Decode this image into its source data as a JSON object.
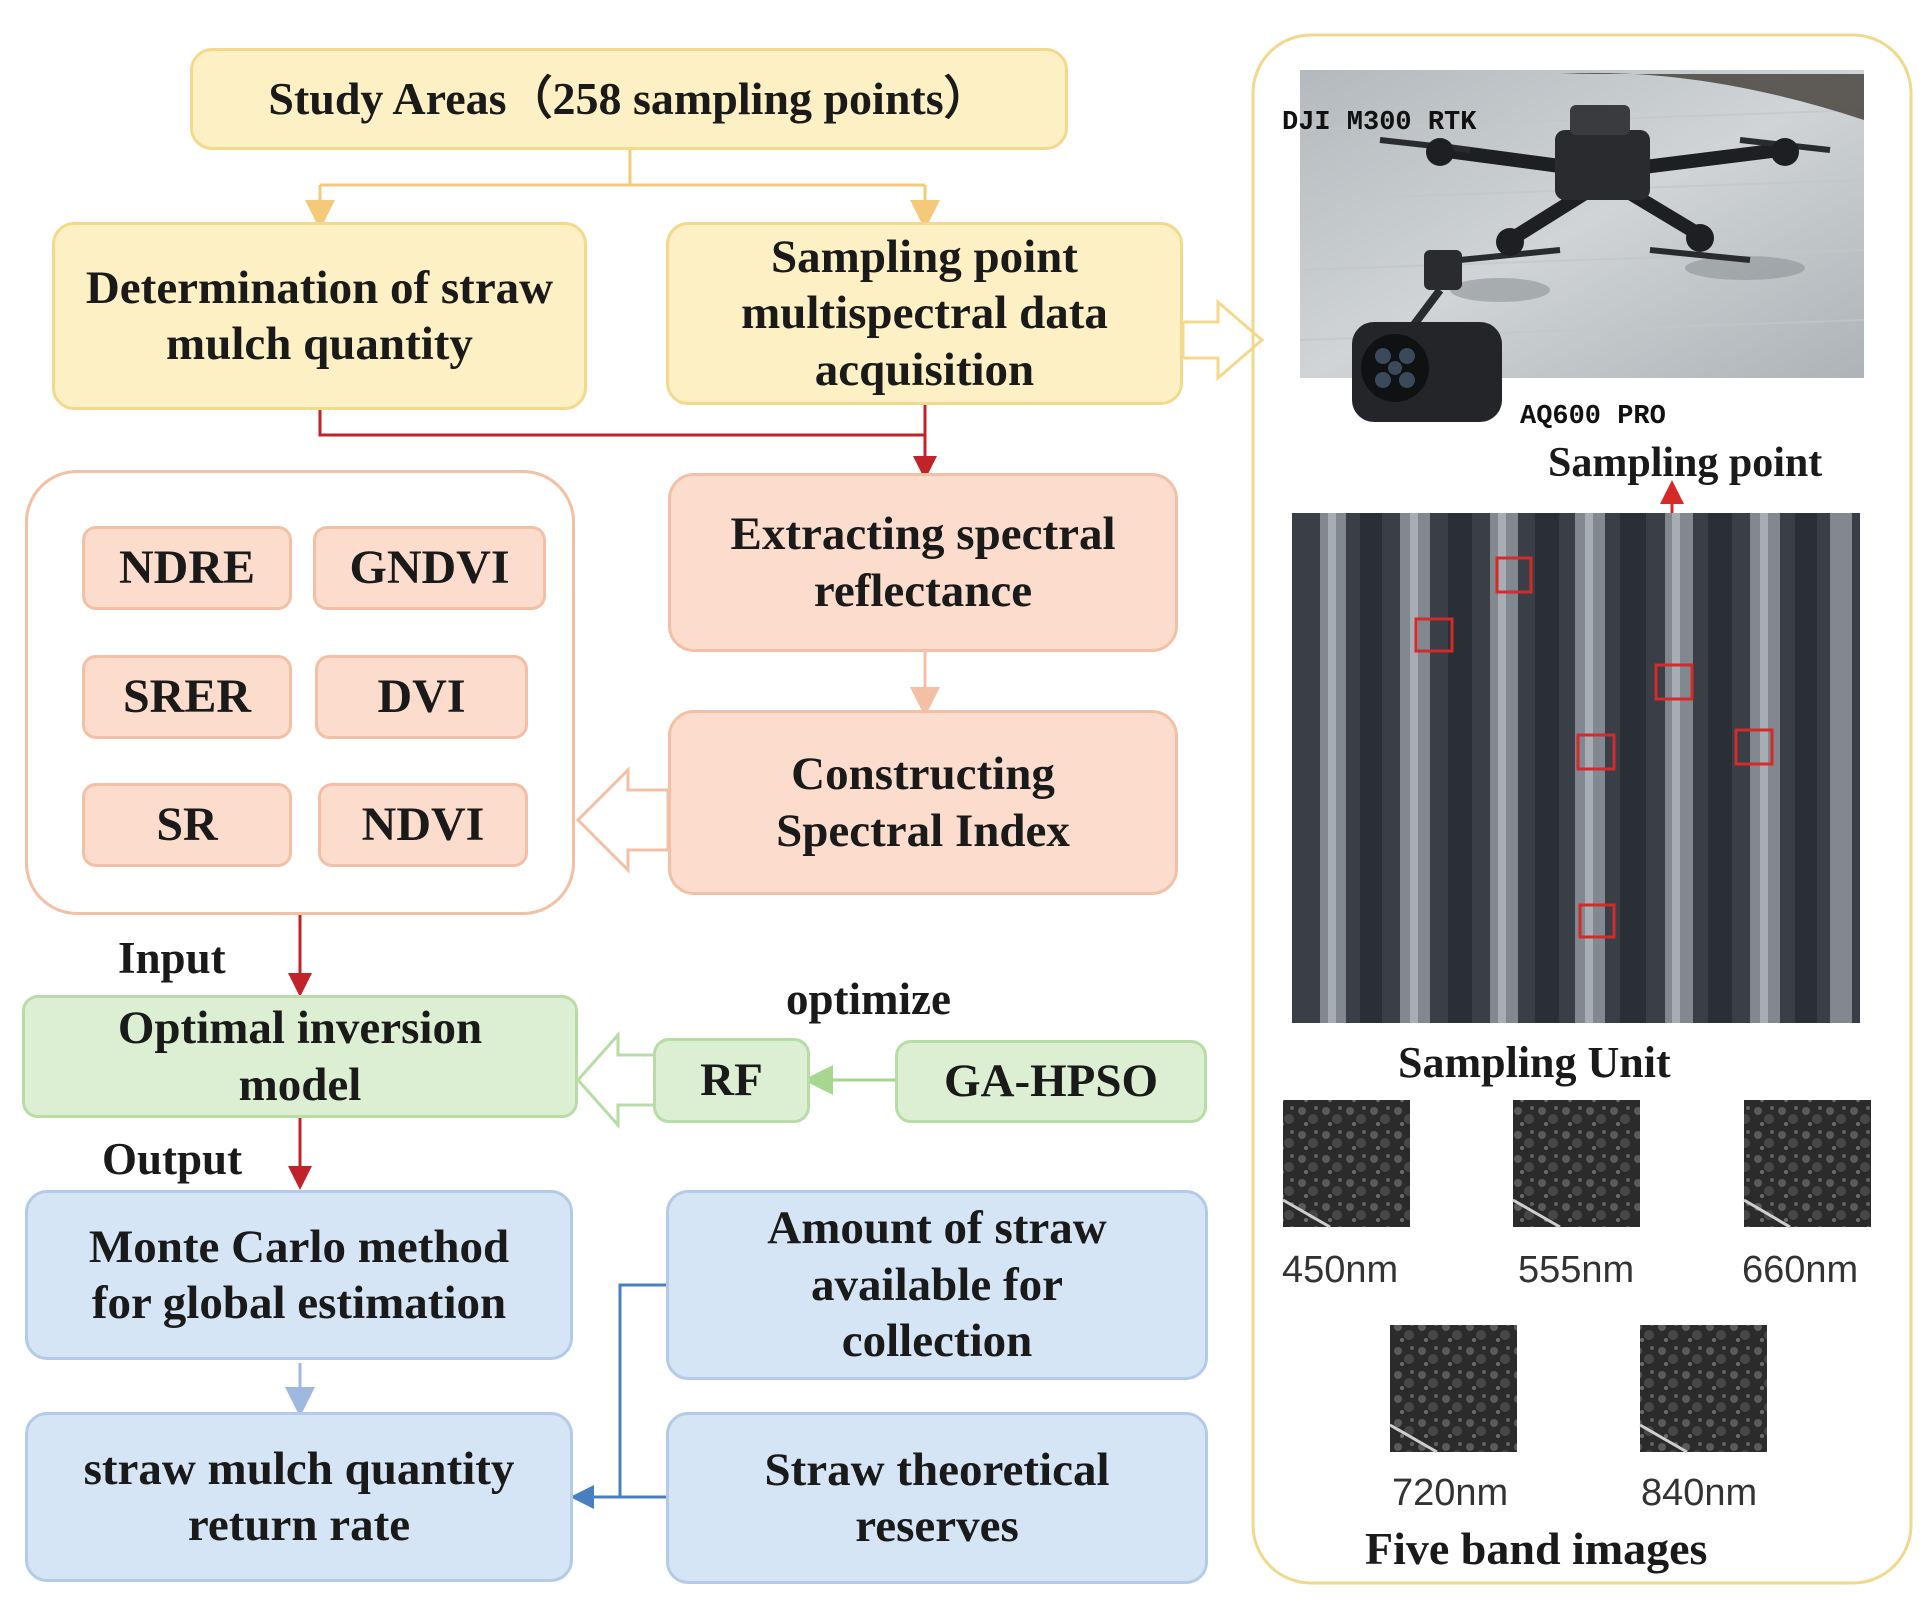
{
  "flow": {
    "study_areas": "Study Areas（258 sampling points）",
    "determination": "Determination of straw mulch quantity",
    "sampling_acq": "Sampling point multispectral data acquisition",
    "extracting": "Extracting spectral reflectance",
    "constructing": "Constructing Spectral Index",
    "indices": [
      "NDRE",
      "GNDVI",
      "SRER",
      "DVI",
      "SR",
      "NDVI"
    ],
    "input_label": "Input",
    "optimal_model": "Optimal inversion model",
    "optimize_label": "optimize",
    "rf": "RF",
    "ga_hpso": "GA-HPSO",
    "output_label": "Output",
    "monte_carlo": "Monte Carlo method for global estimation",
    "return_rate": "straw mulch quantity return rate",
    "amount_available": "Amount of straw available for collection",
    "theoretical": "Straw theoretical reserves"
  },
  "panel": {
    "drone_label": "DJI M300 RTK",
    "camera_label": "AQ600 PRO",
    "sampling_point": "Sampling point",
    "sampling_unit": "Sampling Unit",
    "bands": [
      "450nm",
      "555nm",
      "660nm",
      "720nm",
      "840nm"
    ],
    "five_band": "Five band images"
  },
  "colors": {
    "yellow_fill": "#fdf0c4",
    "salmon_fill": "#fbdccd",
    "green_fill": "#dcefd3",
    "blue_fill": "#d6e5f5",
    "red_arrow": "#c0232a",
    "marker": "#d42a2a"
  }
}
